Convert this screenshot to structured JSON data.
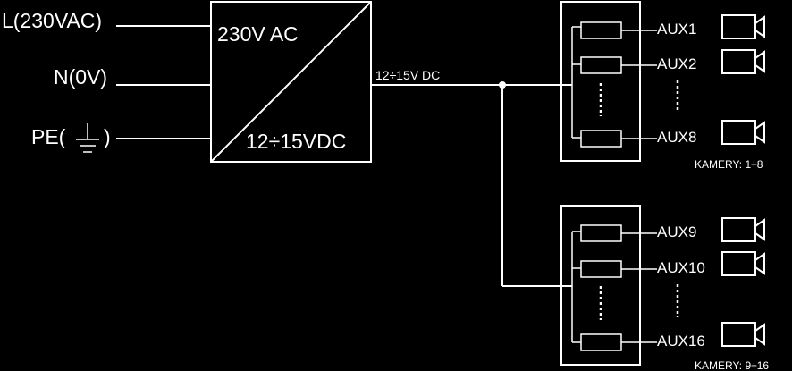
{
  "inputs": {
    "l": "L(230VAC)",
    "n": "N(0V)",
    "pe_prefix": "PE(",
    "pe_suffix": ")"
  },
  "psu": {
    "top_label": "230V AC",
    "bottom_label": "12÷15VDC"
  },
  "bus": {
    "label": "12÷15V DC"
  },
  "group1": {
    "outputs": [
      "AUX1",
      "AUX2",
      "AUX8"
    ],
    "caption": "KAMERY: 1÷8"
  },
  "group2": {
    "outputs": [
      "AUX9",
      "AUX10",
      "AUX16"
    ],
    "caption": "KAMERY: 9÷16"
  },
  "colors": {
    "background": "#000000",
    "foreground": "#ffffff"
  }
}
